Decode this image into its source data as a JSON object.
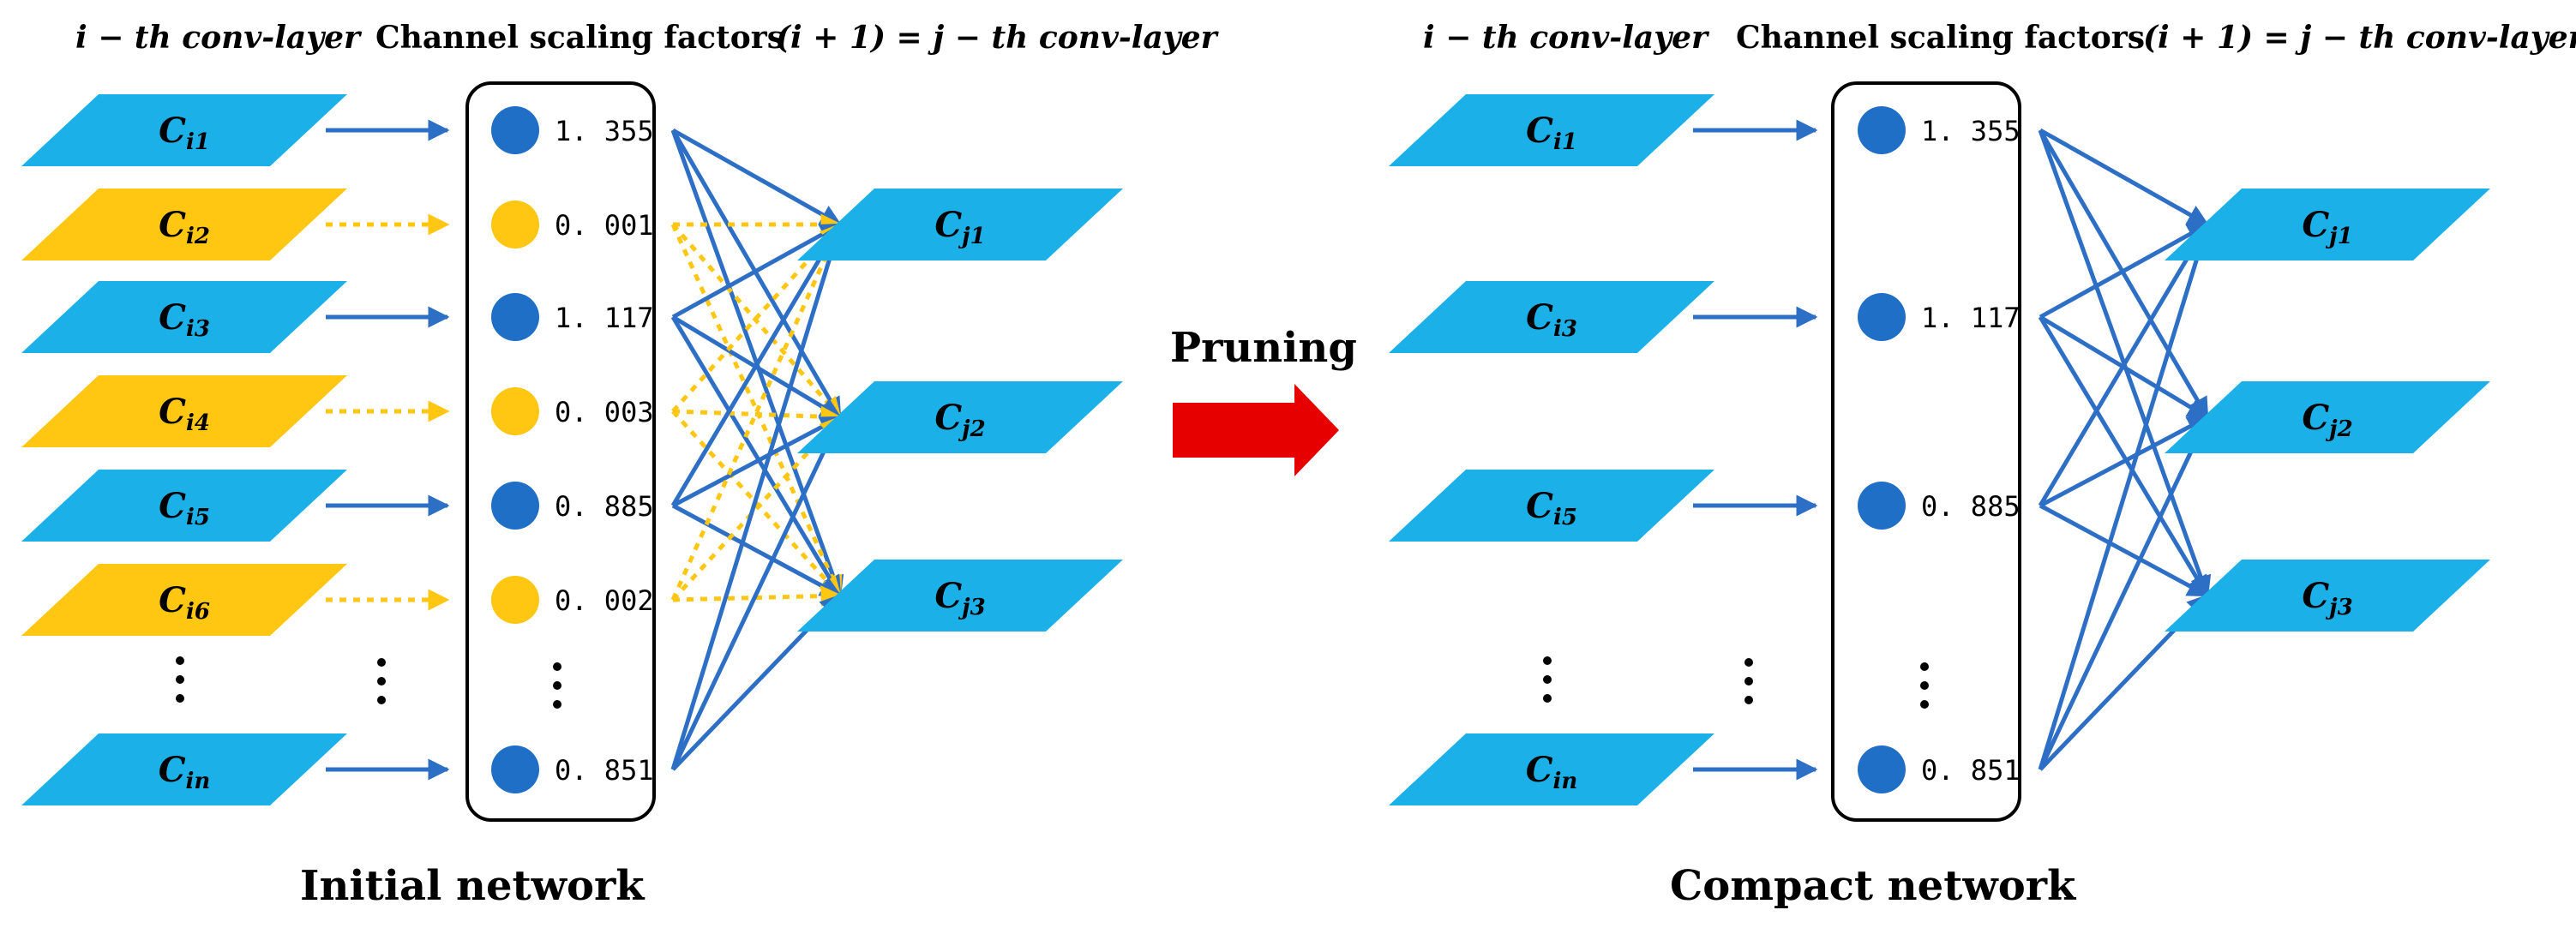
{
  "colors": {
    "kept": "#1cb0e8",
    "pruned": "#ffc612",
    "arrow_kept": "#2e6fc6",
    "arrow_pruned": "#ffc612",
    "circle_kept": "#1f6fc7",
    "circle_pruned": "#ffc612",
    "pruning_arrow": "#e60000"
  },
  "headers": {
    "layer_i": "i − th conv-layer",
    "scaling": "Channel scaling factors",
    "layer_j": "(i + 1) = j − th conv-layer"
  },
  "pruning_label": "Pruning",
  "initial": {
    "caption": "Initial network",
    "channels": [
      {
        "base": "C",
        "sub": "i1",
        "pruned": false,
        "factor": "1. 355"
      },
      {
        "base": "C",
        "sub": "i2",
        "pruned": true,
        "factor": "0. 001"
      },
      {
        "base": "C",
        "sub": "i3",
        "pruned": false,
        "factor": "1. 117"
      },
      {
        "base": "C",
        "sub": "i4",
        "pruned": true,
        "factor": "0. 003"
      },
      {
        "base": "C",
        "sub": "i5",
        "pruned": false,
        "factor": "0. 885"
      },
      {
        "base": "C",
        "sub": "i6",
        "pruned": true,
        "factor": "0. 002"
      },
      {
        "base": "C",
        "sub": "in",
        "pruned": false,
        "factor": "0. 851"
      }
    ],
    "outputs": [
      {
        "base": "C",
        "sub": "j1"
      },
      {
        "base": "C",
        "sub": "j2"
      },
      {
        "base": "C",
        "sub": "j3"
      }
    ]
  },
  "compact": {
    "caption": "Compact network",
    "channels": [
      {
        "base": "C",
        "sub": "i1",
        "pruned": false,
        "factor": "1. 355"
      },
      {
        "base": "C",
        "sub": "i3",
        "pruned": false,
        "factor": "1. 117"
      },
      {
        "base": "C",
        "sub": "i5",
        "pruned": false,
        "factor": "0. 885"
      },
      {
        "base": "C",
        "sub": "in",
        "pruned": false,
        "factor": "0. 851"
      }
    ],
    "outputs": [
      {
        "base": "C",
        "sub": "j1"
      },
      {
        "base": "C",
        "sub": "j2"
      },
      {
        "base": "C",
        "sub": "j3"
      }
    ]
  },
  "ellipsis": "⋮"
}
